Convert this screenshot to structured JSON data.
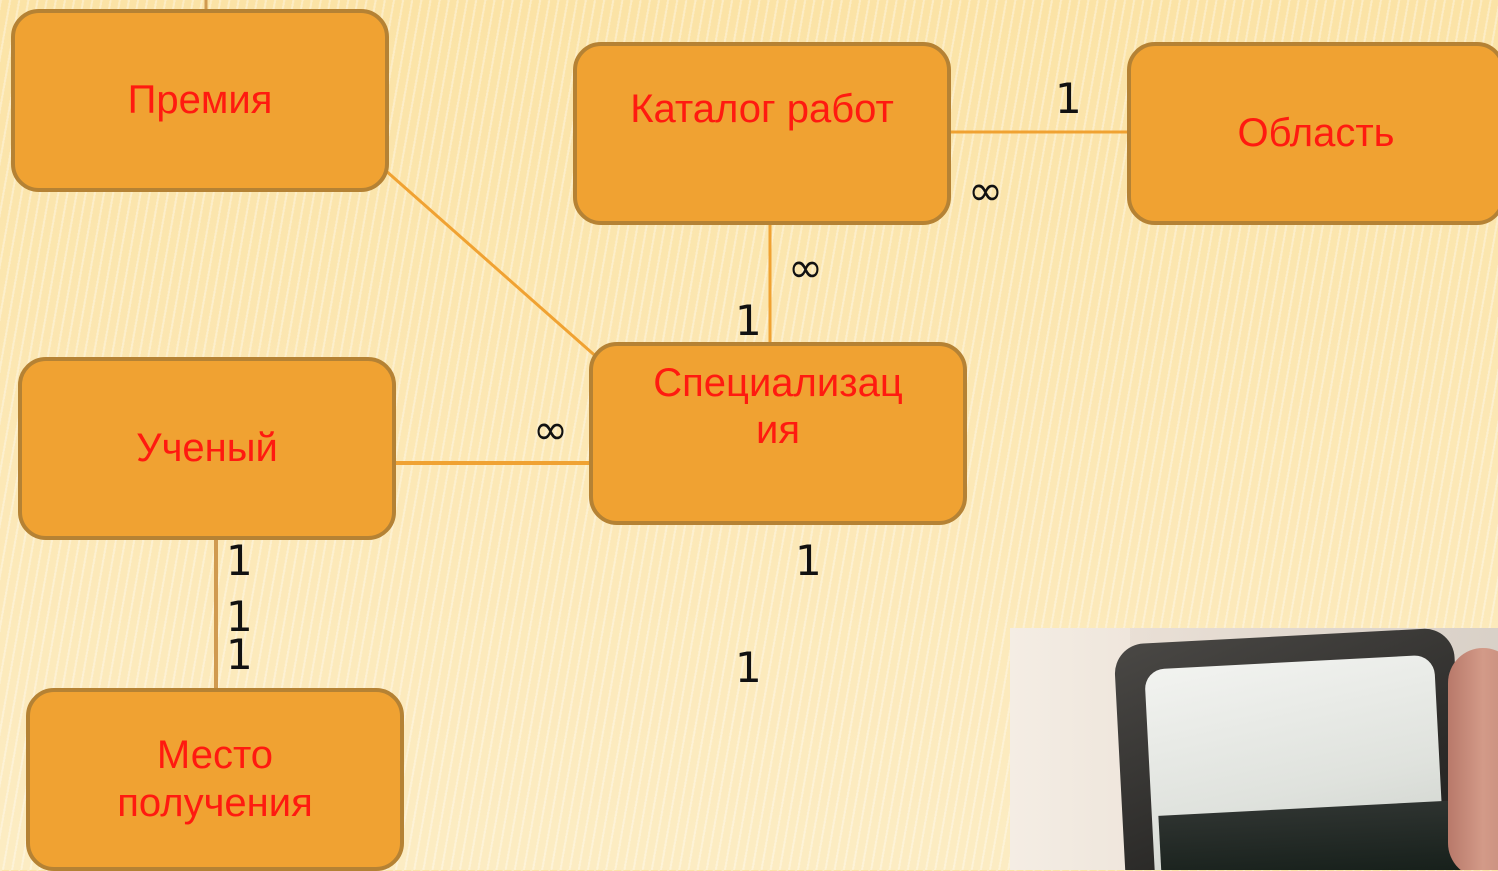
{
  "entities": {
    "premiya": "Премия",
    "katalog": "Каталог работ",
    "oblast": "Область",
    "spec_line1": "Специализац",
    "spec_line2": "ия",
    "ucheny": "Ученый",
    "mesto_line1": "Место",
    "mesto_line2": "получения"
  },
  "cardinalities": {
    "katalog_oblast_one": "1",
    "katalog_oblast_many": "∞",
    "katalog_spec_many": "∞",
    "katalog_spec_one": "1",
    "ucheny_spec_many": "∞",
    "ucheny_mesto_one_a": "1",
    "ucheny_mesto_one_b": "1",
    "ucheny_mesto_one_c": "1",
    "spec_bottom_one": "1",
    "spec_lower_one": "1"
  },
  "colors": {
    "entity_fill": "#f0a232",
    "entity_border": "#b58234",
    "entity_text": "#ff1a10",
    "connector": "#f0a232"
  }
}
